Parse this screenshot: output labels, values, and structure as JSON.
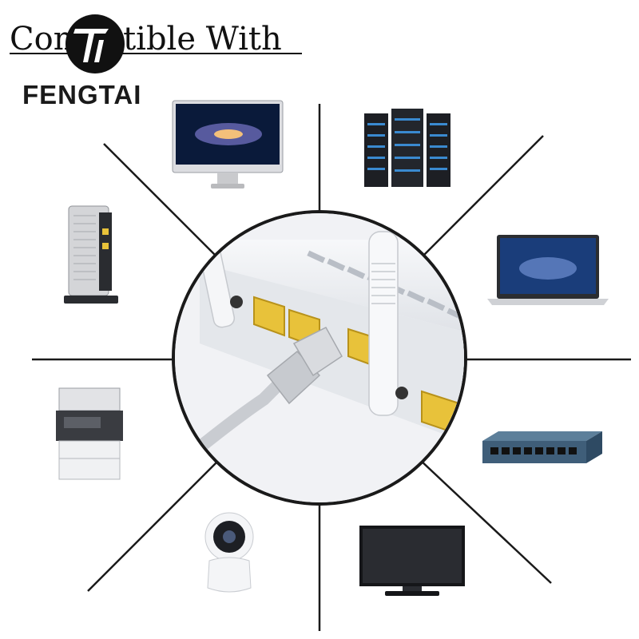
{
  "heading": {
    "text": "Compatible With"
  },
  "brand": {
    "name": "FENGTAI",
    "logo_icon": "fengtai-logo-icon"
  },
  "center": {
    "image": "router-with-ethernet-cable"
  },
  "devices": [
    {
      "name": "desktop-monitor",
      "icon": "monitor-icon"
    },
    {
      "name": "server-rack",
      "icon": "server-icon"
    },
    {
      "name": "laptop",
      "icon": "laptop-icon"
    },
    {
      "name": "network-switch",
      "icon": "switch-icon"
    },
    {
      "name": "television",
      "icon": "tv-icon"
    },
    {
      "name": "security-camera",
      "icon": "camera-icon"
    },
    {
      "name": "printer",
      "icon": "printer-icon"
    },
    {
      "name": "modem",
      "icon": "modem-icon"
    }
  ],
  "colors": {
    "accent_port": "#e8c23a",
    "line": "#1a1a1a",
    "router_body": "#eef0f3"
  }
}
